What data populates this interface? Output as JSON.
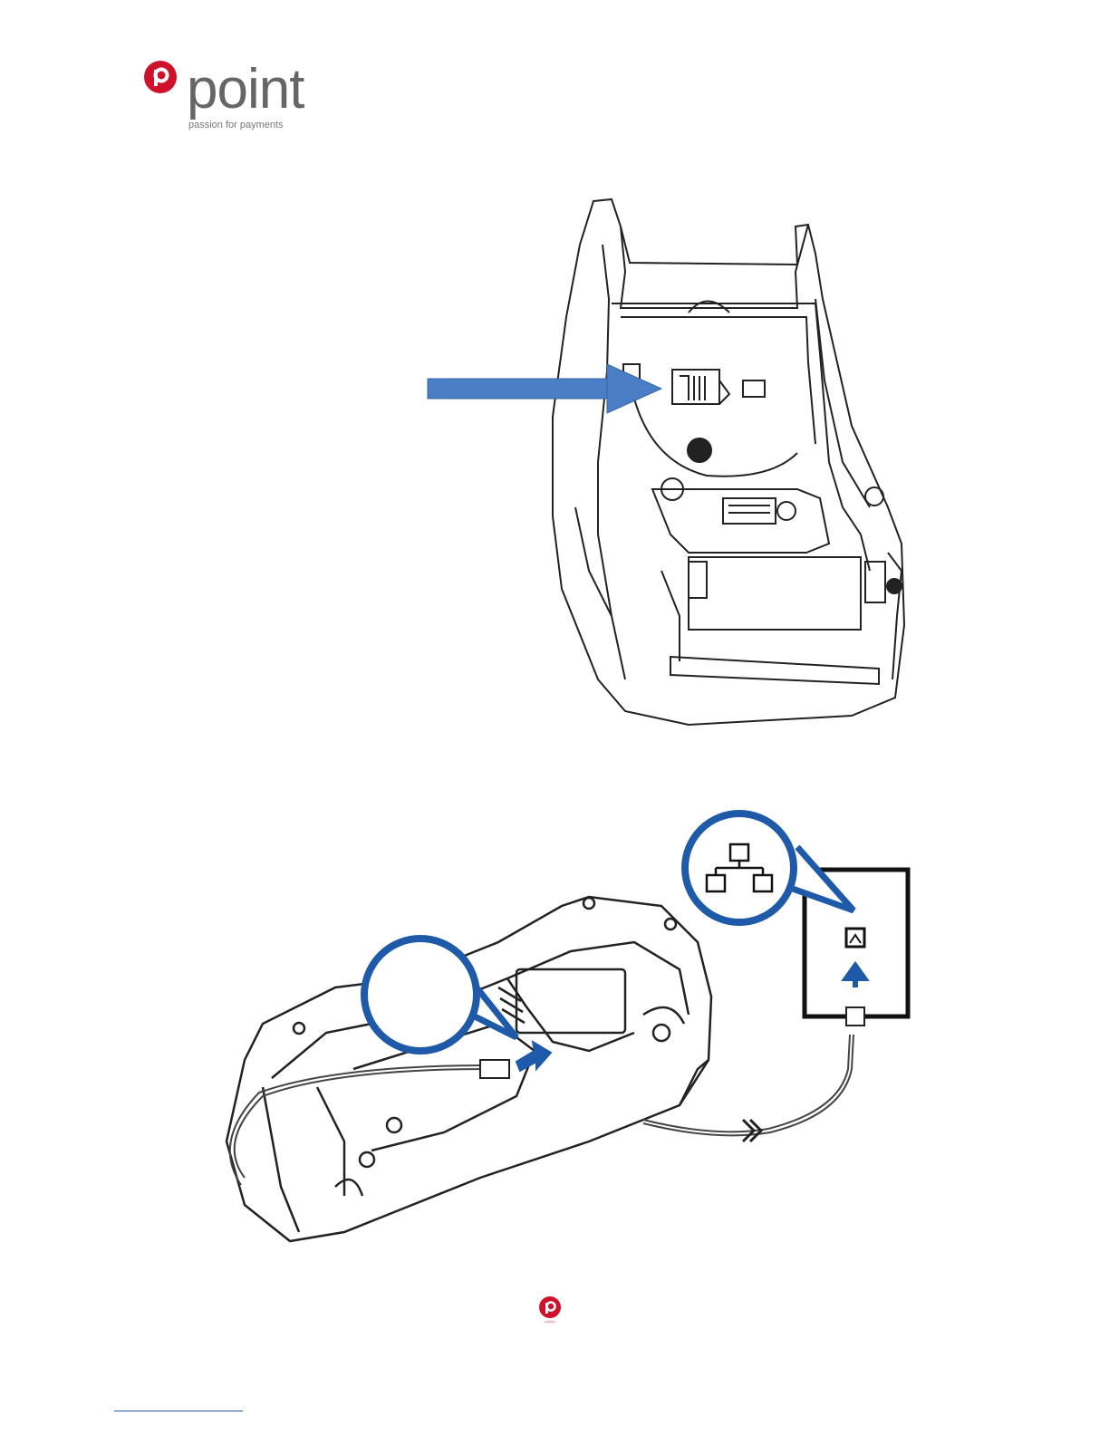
{
  "header": {
    "logo_word": "point",
    "logo_tagline": "passion for payments"
  },
  "colors": {
    "brand_red": "#d0112b",
    "brand_grey": "#666666",
    "arrow_blue": "#4a7fc6",
    "callout_blue": "#1e5aa8"
  },
  "figures": [
    {
      "id": "terminal-bottom-view",
      "icon": "arrow-right-icon"
    },
    {
      "id": "terminal-ethernet-connection",
      "icon": "network-icon"
    }
  ]
}
